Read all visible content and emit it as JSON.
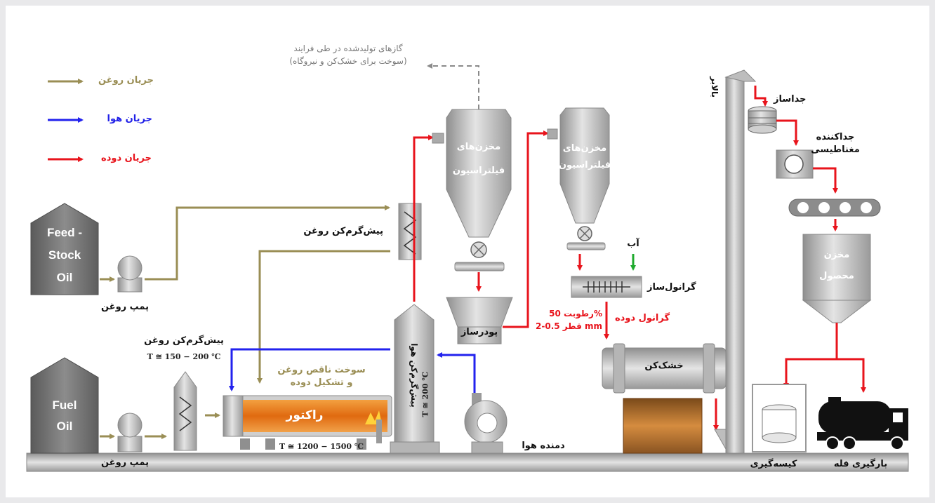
{
  "legend": {
    "oil_flow": {
      "label": "جریان روغن",
      "color": "#9a8e55"
    },
    "air_flow": {
      "label": "جریان هوا",
      "color": "#2222ee"
    },
    "soot_flow": {
      "label": "جریان دوده",
      "color": "#e8141c"
    }
  },
  "tanks": {
    "feedstock": [
      "Feed -",
      "Stock",
      "Oil"
    ],
    "fuel": [
      "Fuel",
      "Oil"
    ]
  },
  "labels": {
    "oil_pump_1": "پمپ روغن",
    "oil_pump_2": "پمپ روغن",
    "oil_preheater_top": "پیش‌گرم‌کن روغن",
    "oil_preheater_left": "پیش‌گرم‌کن روغن",
    "preheater_temp": "T ≅ 150 − 200 ℃",
    "reactor": "راکتور",
    "reactor_temp": "T ≅ 1200 − 1500 ℃",
    "combustion_line1": "سوخت ناقص روغن",
    "combustion_line2": "و تشکیل دوده",
    "air_preheater": "پیش‌گرم‌کن هوا",
    "air_preheater_temp": "T ≅ 200 ℃",
    "air_blower": "دمنده هوا",
    "filter_silo_1_line1": "مخزن‌های",
    "filter_silo_1_line2": "فیلتراسیون",
    "filter_silo_2_line1": "مخزن‌های",
    "filter_silo_2_line2": "فیلتراسیون",
    "gases_line1": "گازهای تولیدشده در طی فرایند",
    "gases_line2": "(سوخت برای خشک‌کن و نیروگاه)",
    "pulverizer": "پودرساز",
    "water": "آب",
    "granulator": "گرانول‌ساز",
    "granule": "گرانول دوده",
    "moisture": "رطوبت 50%",
    "diameter": "قطر 0.5-2 mm",
    "dryer": "خشک‌کن",
    "elevator": "بالابر",
    "separator": "جداساز",
    "magnetic_line1": "جداکننده",
    "magnetic_line2": "مغناطیسی",
    "product_line1": "مخزن",
    "product_line2": "محصول",
    "bagging": "کیسه‌گیری",
    "bulk_loading": "بارگیری فله"
  }
}
